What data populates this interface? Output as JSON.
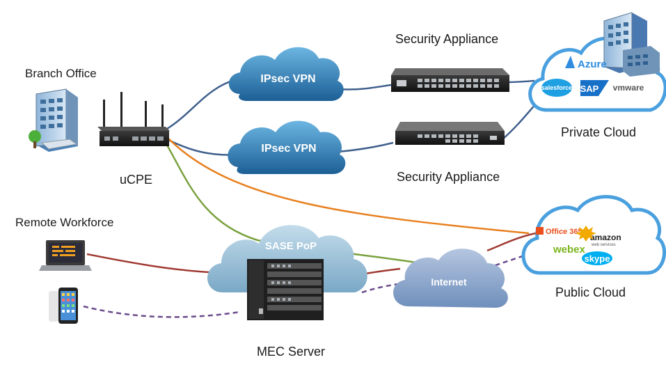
{
  "labels": {
    "branch_office": "Branch Office",
    "ucpe": "uCPE",
    "remote_workforce": "Remote Workforce",
    "mec_server": "MEC Server",
    "security_appliance_top": "Security Appliance",
    "security_appliance_bottom": "Security Appliance",
    "private_cloud": "Private Cloud",
    "public_cloud": "Public Cloud"
  },
  "clouds": {
    "ipsec_vpn_1": "IPsec VPN",
    "ipsec_vpn_2": "IPsec VPN",
    "sase_pop": "SASE PoP",
    "internet": "Internet"
  },
  "private_cloud_brands": {
    "azure": "Azure",
    "salesforce": "salesforce",
    "sap": "SAP",
    "vmware": "vmware"
  },
  "public_cloud_brands": {
    "office365": "Office 365",
    "amazon": "amazon",
    "amazon_sub": "web services",
    "webex": "webex",
    "skype": "skype"
  },
  "colors": {
    "vpn_cloud": "#2a7fb8",
    "sase_cloud": "#8fb8d1",
    "internet_cloud": "#7e9cc4",
    "frame_cloud": "#4aa0df",
    "link_blue": "#3f5f8c",
    "link_green": "#7aa23f",
    "link_orange": "#e8801f",
    "link_red": "#a03a32",
    "link_purple": "#6a4b8c"
  }
}
